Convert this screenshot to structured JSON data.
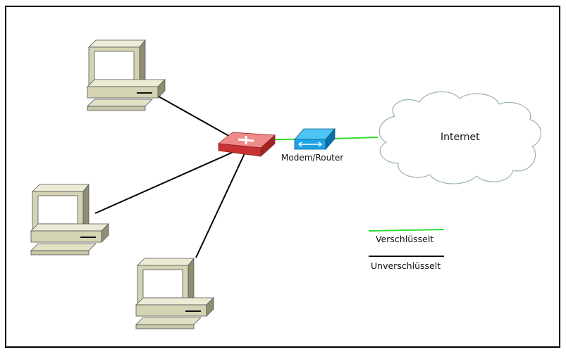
{
  "diagram": {
    "devices": [
      {
        "id": "pc-1",
        "type": "computer"
      },
      {
        "id": "pc-2",
        "type": "computer"
      },
      {
        "id": "pc-3",
        "type": "computer"
      },
      {
        "id": "switch",
        "type": "switch",
        "icon": "switch-icon"
      },
      {
        "id": "modem",
        "type": "modem-router",
        "label": "Modem/Router",
        "icon": "router-icon"
      },
      {
        "id": "internet",
        "type": "cloud",
        "label": "Internet",
        "icon": "cloud-icon"
      }
    ],
    "connections": [
      {
        "from": "pc-1",
        "to": "switch",
        "kind": "unencrypted"
      },
      {
        "from": "pc-2",
        "to": "switch",
        "kind": "unencrypted"
      },
      {
        "from": "pc-3",
        "to": "switch",
        "kind": "unencrypted"
      },
      {
        "from": "switch",
        "to": "modem",
        "kind": "encrypted"
      },
      {
        "from": "modem",
        "to": "internet",
        "kind": "encrypted"
      }
    ],
    "legend": {
      "encrypted": {
        "label": "Verschlüsselt",
        "color": "#33dd33"
      },
      "unencrypted": {
        "label": "Unverschlüsselt",
        "color": "#000000"
      }
    },
    "colors": {
      "frame": "#000000",
      "computer_body": "#d4d3b4",
      "computer_shade": "#8f8e72",
      "switch": "#e04848",
      "router": "#19a0e0",
      "cloud_stroke": "#9ab0b8"
    }
  }
}
